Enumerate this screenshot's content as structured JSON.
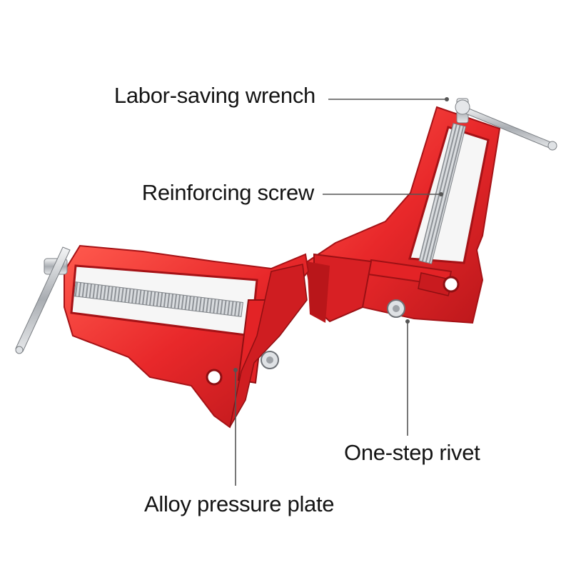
{
  "callouts": {
    "wrench": "Labor-saving wrench",
    "screw": "Reinforcing screw",
    "rivet": "One-step rivet",
    "plate": "Alloy pressure plate"
  },
  "colors": {
    "body": "#e8282a",
    "body_dark": "#b51418",
    "body_light": "#ff6a60",
    "steel": "#c9ccd0",
    "leader": "#555555",
    "text": "#141414"
  }
}
